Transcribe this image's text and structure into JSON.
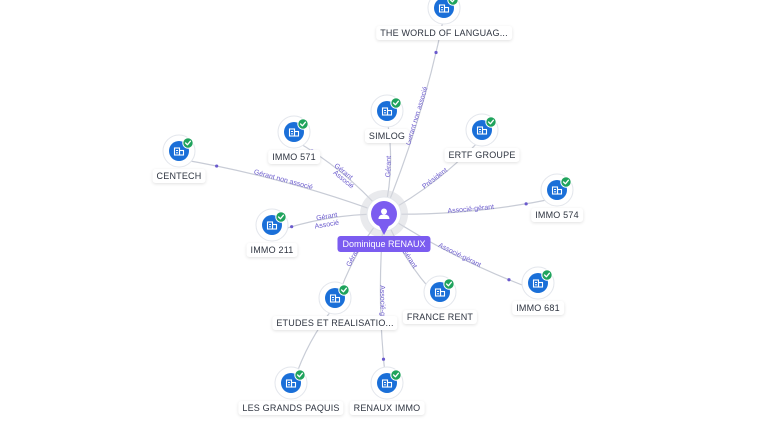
{
  "colors": {
    "accent": "#7b5cf0",
    "company_icon_bg": "#1a6fd8",
    "verified_badge": "#1fa35c",
    "edge_line": "#c8ccd6",
    "edge_label": "#6a5acd"
  },
  "icons": {
    "center": "person-icon",
    "company": "building-icon",
    "badge": "check-badge-icon"
  },
  "center": {
    "name": "Dominique RENAUX"
  },
  "nodes": [
    {
      "id": "world",
      "label": "THE WORLD OF LANGUAG..."
    },
    {
      "id": "simlog",
      "label": "SIMLOG"
    },
    {
      "id": "ertf",
      "label": "ERTF GROUPE"
    },
    {
      "id": "immo571",
      "label": "IMMO 571"
    },
    {
      "id": "centech",
      "label": "CENTECH"
    },
    {
      "id": "immo574",
      "label": "IMMO 574"
    },
    {
      "id": "immo211",
      "label": "IMMO 211"
    },
    {
      "id": "immo681",
      "label": "IMMO 681"
    },
    {
      "id": "francerent",
      "label": "FRANCE RENT"
    },
    {
      "id": "etudes",
      "label": "ETUDES ET REALISATIO..."
    },
    {
      "id": "grandspaquis",
      "label": "LES GRANDS PAQUIS"
    },
    {
      "id": "renauximmo",
      "label": "RENAUX IMMO"
    }
  ],
  "edges": [
    {
      "from": "center",
      "to": "world",
      "label": "Gérant non associé"
    },
    {
      "from": "center",
      "to": "simlog",
      "label": "Gérant"
    },
    {
      "from": "center",
      "to": "ertf",
      "label": "Président"
    },
    {
      "from": "center",
      "to": "immo571",
      "label": "Gérant",
      "label2": "Associé"
    },
    {
      "from": "center",
      "to": "centech",
      "label": "Gérant non associé"
    },
    {
      "from": "center",
      "to": "immo574",
      "label": "Associé-gérant"
    },
    {
      "from": "center",
      "to": "immo211",
      "label": "Gérant",
      "label2": "Associé"
    },
    {
      "from": "center",
      "to": "immo681",
      "label": "Associé-gérant"
    },
    {
      "from": "center",
      "to": "francerent",
      "label": "Gérant"
    },
    {
      "from": "center",
      "to": "etudes",
      "label": "Gérant"
    },
    {
      "from": "center",
      "to": "renauximmo",
      "label": "Associé-gé"
    },
    {
      "from": "etudes",
      "to": "grandspaquis",
      "label": ""
    }
  ]
}
